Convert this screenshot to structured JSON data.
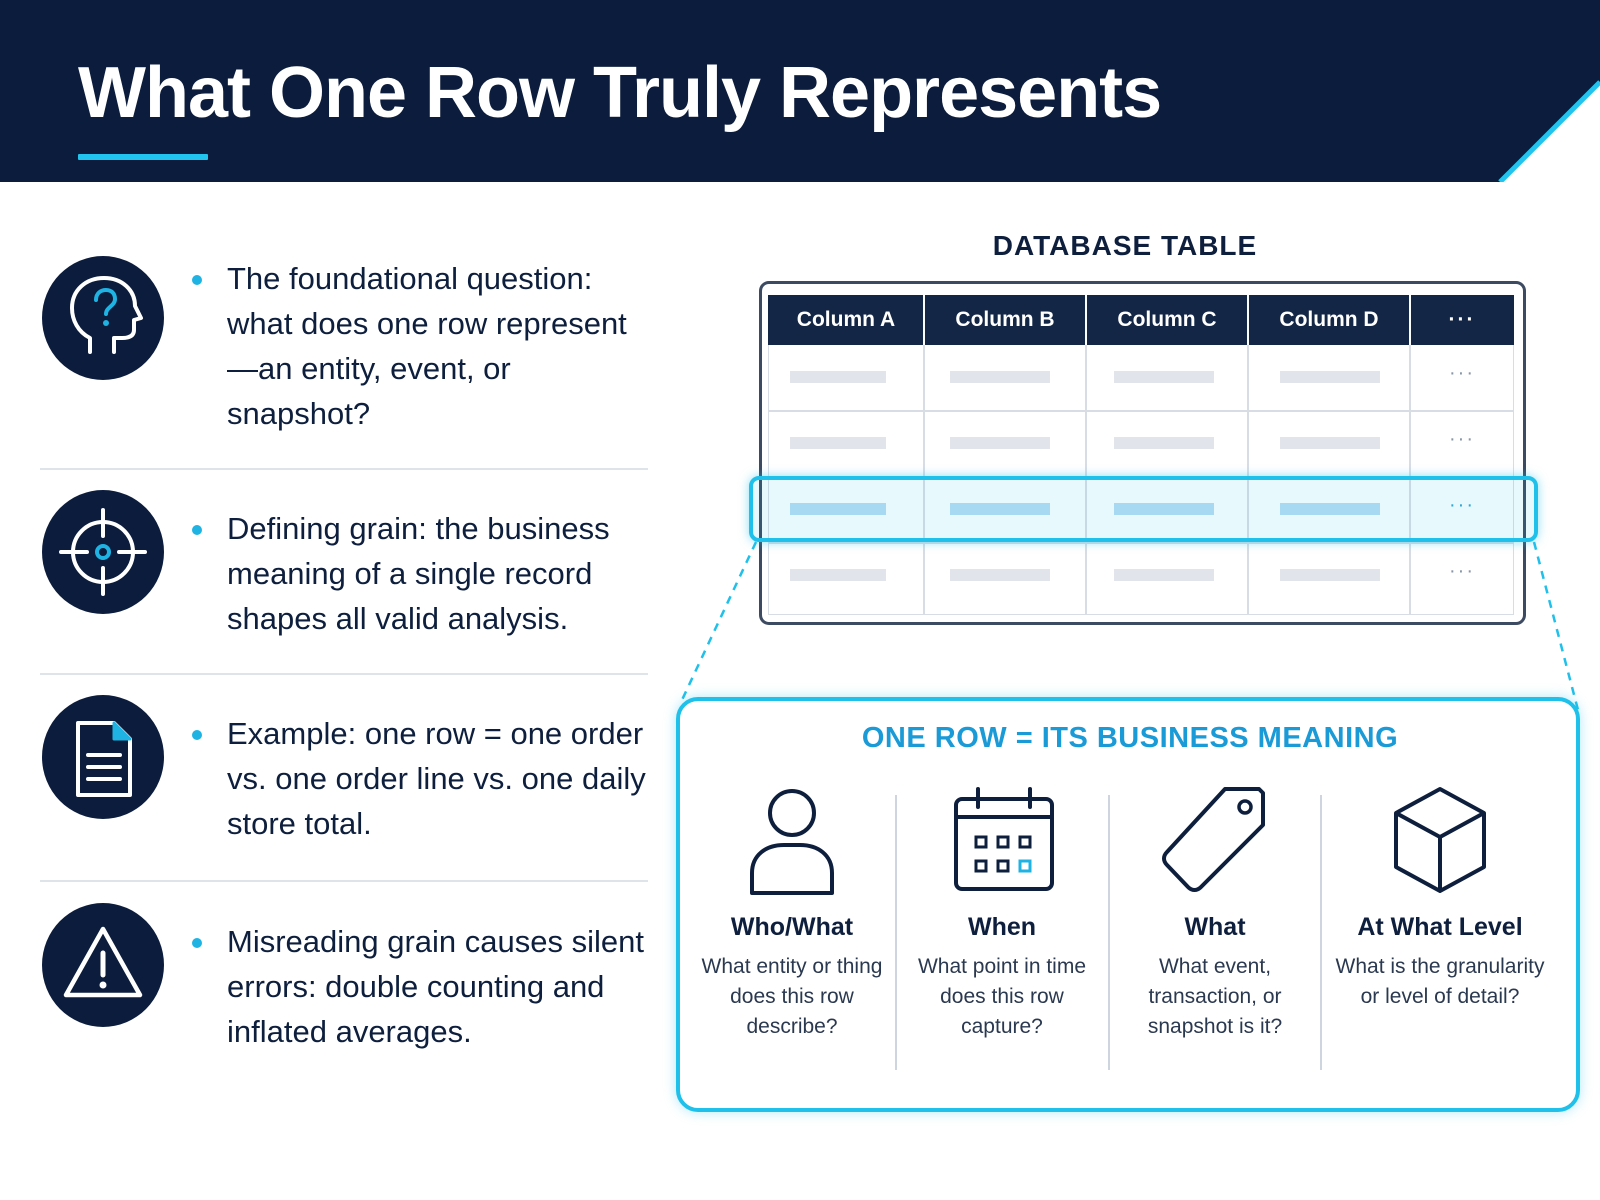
{
  "header": {
    "title": "What One Row Truly Represents"
  },
  "points": [
    {
      "icon": "head-question-icon",
      "text": "The foundational question: what does one row represent—an entity, event, or snapshot?"
    },
    {
      "icon": "crosshair-target-icon",
      "text": "Defining grain: the business meaning of a single record shapes all valid analysis."
    },
    {
      "icon": "document-icon",
      "text": "Example: one row = one order vs. one order line vs. one daily store total."
    },
    {
      "icon": "warning-icon",
      "text": "Misreading grain causes silent errors: double counting and inflated averages."
    }
  ],
  "table": {
    "label": "DATABASE TABLE",
    "columns": [
      "Column A",
      "Column B",
      "Column C",
      "Column D",
      "···"
    ],
    "row_ellipsis": "···",
    "highlighted_row": 3
  },
  "meaning": {
    "title": "ONE ROW = ITS BUSINESS MEANING",
    "facets": [
      {
        "icon": "person-icon",
        "title": "Who/What",
        "description": "What entity or thing does this row describe?"
      },
      {
        "icon": "calendar-icon",
        "title": "When",
        "description": "What point in time does this row capture?"
      },
      {
        "icon": "tag-icon",
        "title": "What",
        "description": "What event, transaction, or snapshot is it?"
      },
      {
        "icon": "cube-icon",
        "title": "At What Level",
        "description": "What is the granularity or level of detail?"
      }
    ]
  },
  "colors": {
    "navy": "#0c1c3c",
    "accent": "#21c4ee",
    "meaning_title": "#1a9ad6"
  }
}
